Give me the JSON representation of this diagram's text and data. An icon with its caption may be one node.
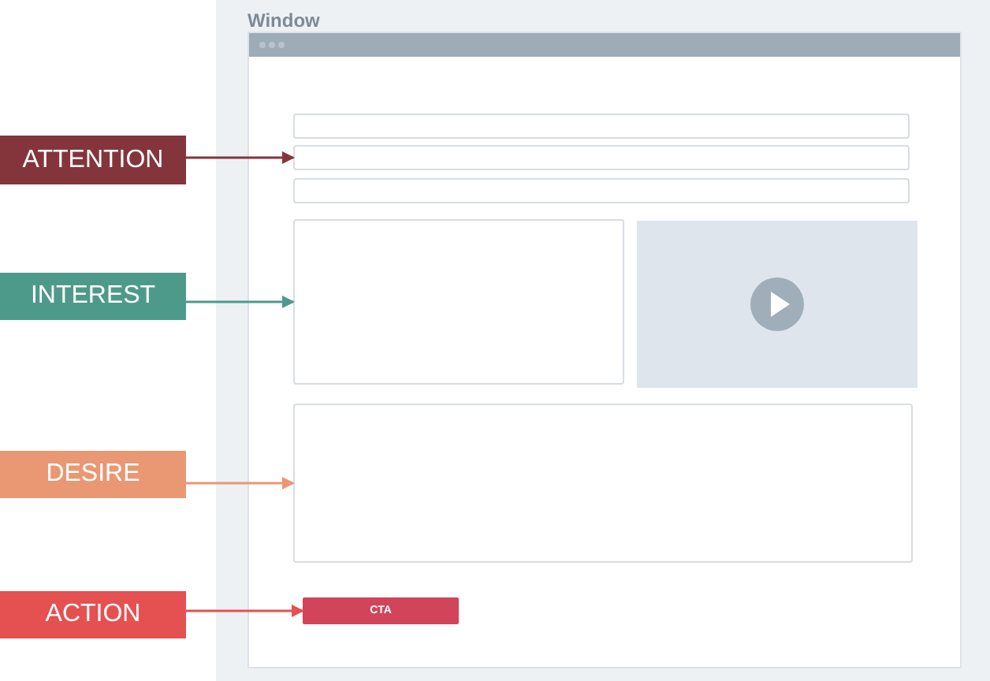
{
  "diagram": {
    "nodes": [
      {
        "text": [
          "ATTENTION"
        ]
      },
      {
        "text": [
          "INTEREST"
        ]
      },
      {
        "text": [
          "DESIRE"
        ]
      },
      {
        "text": [
          "ACTION"
        ]
      },
      {
        "text": [
          "Window"
        ]
      },
      {
        "text": [],
        "shape": "box",
        "in": 4
      },
      {
        "text": [],
        "shape": "box",
        "in": 4
      },
      {
        "text": [],
        "shape": "box",
        "in": 4
      },
      {
        "text": [],
        "shape": "box",
        "in": 4
      },
      {
        "text": [],
        "shape": "picture",
        "in": 4
      },
      {
        "text": [],
        "shape": "box",
        "in": 4
      },
      {
        "text": [
          "CTA"
        ],
        "in": 4
      }
    ],
    "edges": [
      {
        "from": 0,
        "to": 6,
        "arrow": "to",
        "color": "#84353b"
      },
      {
        "from": 1,
        "to": 8,
        "arrow": "to",
        "color": "#4e9a8a"
      },
      {
        "from": 2,
        "to": 10,
        "arrow": "to",
        "color": "#e99873"
      },
      {
        "from": 3,
        "to": 11,
        "arrow": "to",
        "color": "#e55050"
      }
    ]
  }
}
